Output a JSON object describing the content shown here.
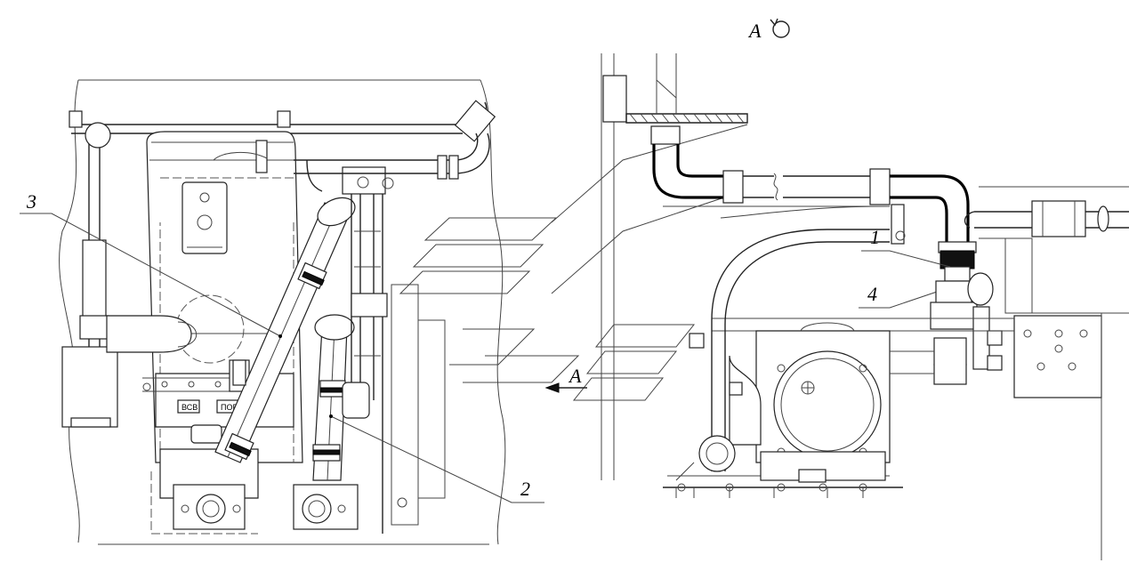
{
  "view": {
    "title": "А",
    "arrow_label": "А"
  },
  "callouts": [
    {
      "id": "1",
      "text": "1"
    },
    {
      "id": "2",
      "text": "2"
    },
    {
      "id": "3",
      "text": "3"
    },
    {
      "id": "4",
      "text": "4"
    }
  ],
  "plates": {
    "left": "ВСВ",
    "right": "ПОВ"
  }
}
